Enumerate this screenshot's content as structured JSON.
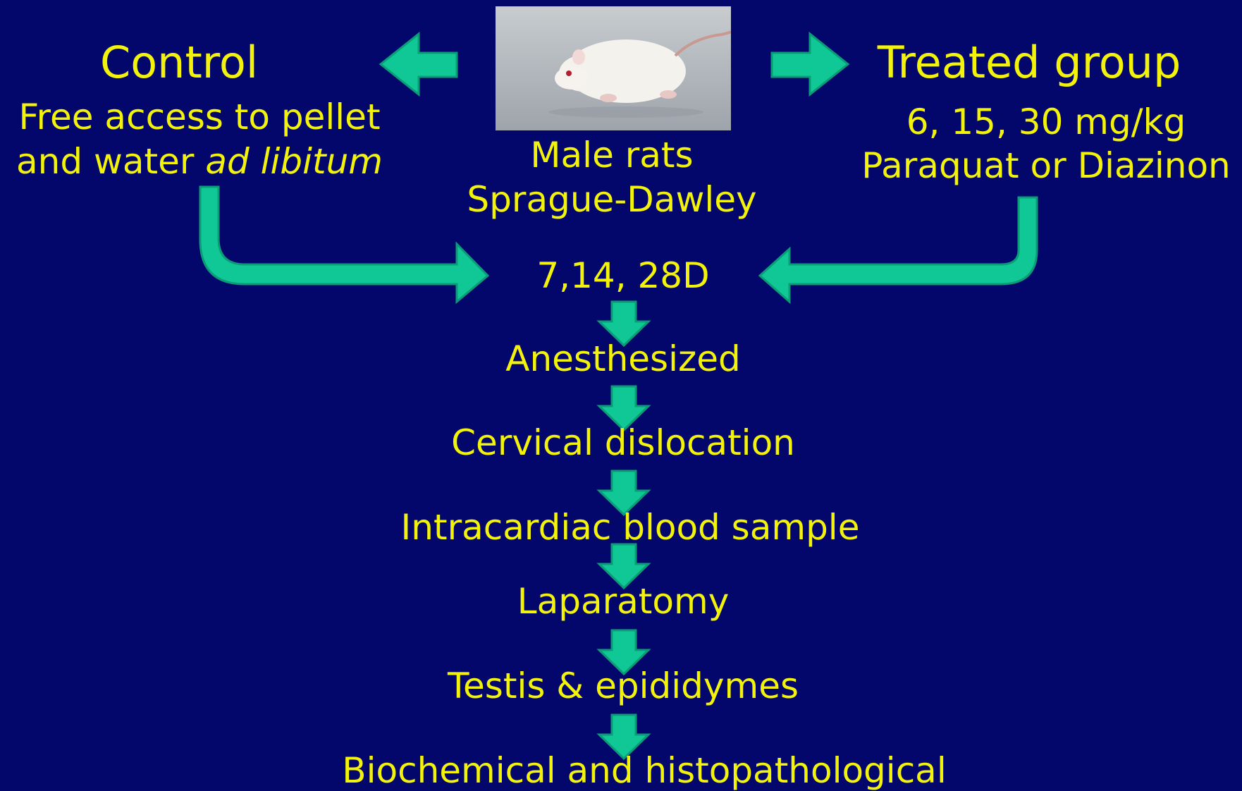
{
  "control": {
    "title": "Control",
    "line1": "Free access to pellet",
    "line2_prefix": "and water ",
    "line2_italic": "ad libitum"
  },
  "subject": {
    "photo_alt": "rat-photo",
    "line1": "Male rats",
    "line2": "Sprague-Dawley"
  },
  "treated": {
    "title": "Treated group",
    "line1": "6, 15, 30 mg/kg",
    "line2": "Paraquat or Diazinon"
  },
  "timepoints": "7,14, 28D",
  "steps": [
    "Anesthesized",
    "Cervical dislocation",
    "Intracardiac blood sample",
    "Laparatomy",
    "Testis & epididymes",
    "Biochemical and histopathological"
  ],
  "colors": {
    "background": "#03066b",
    "text": "#f2f20a",
    "arrow": "#10c896"
  }
}
